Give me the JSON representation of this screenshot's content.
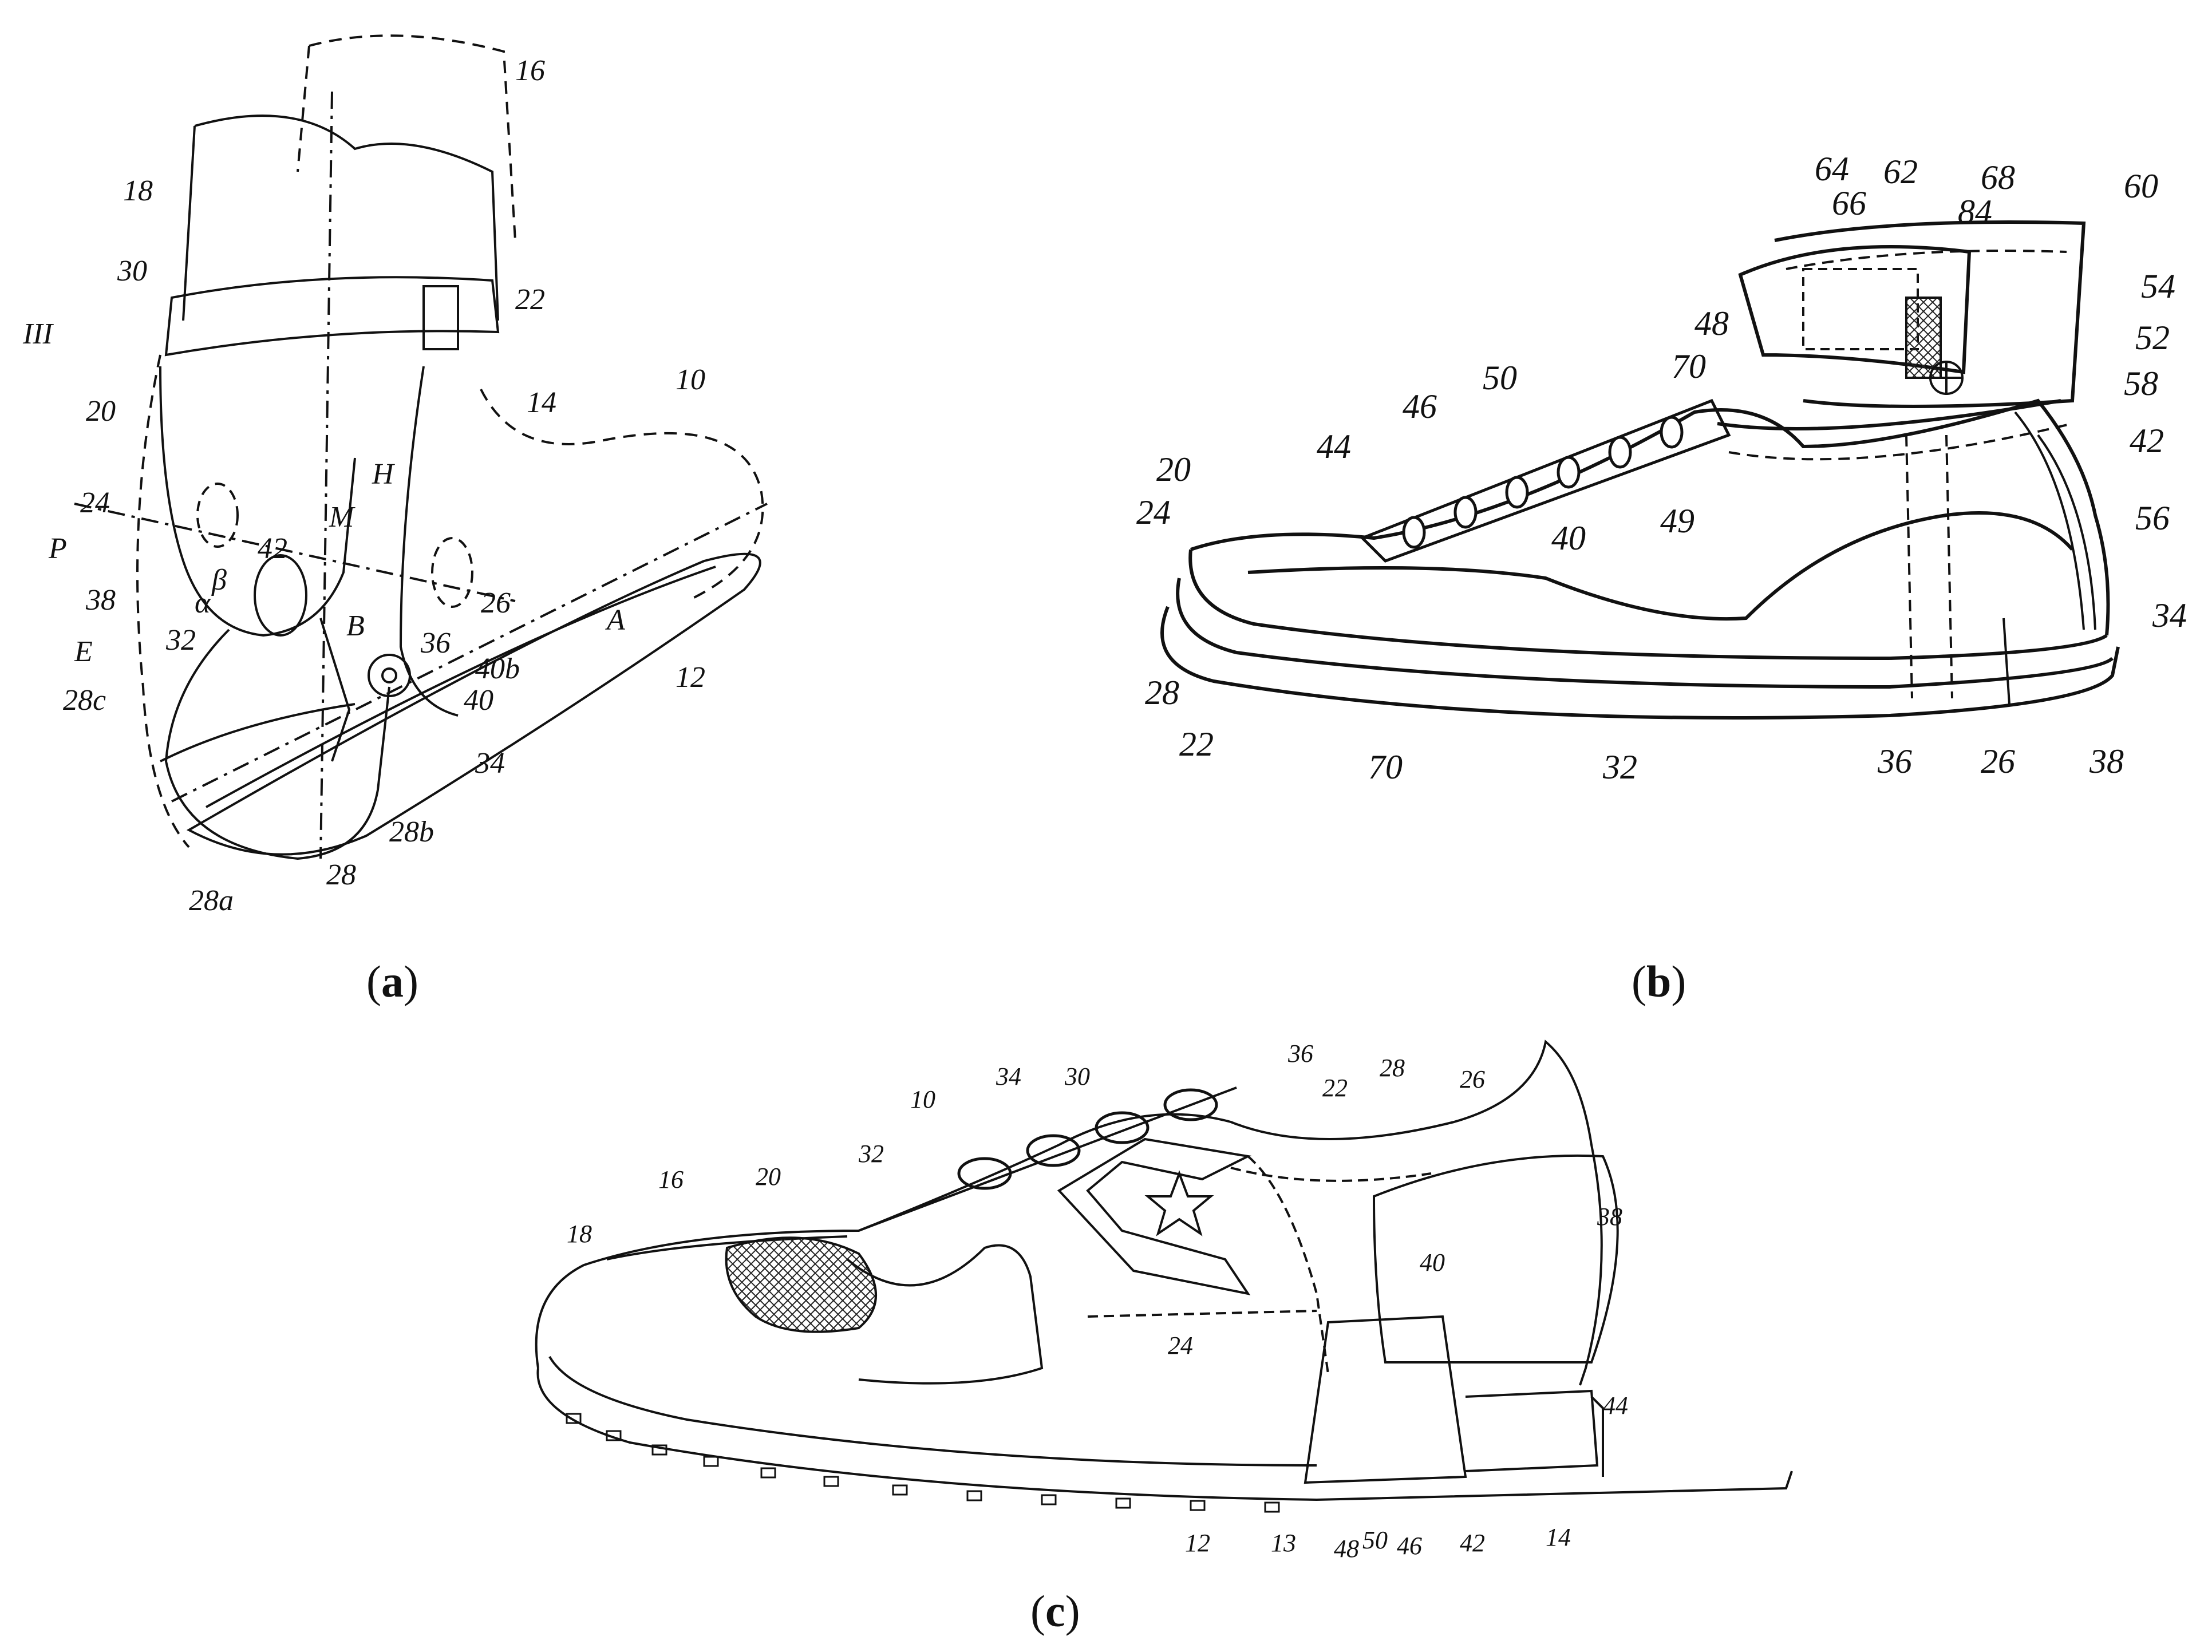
{
  "panels": [
    {
      "caption": "a",
      "labels": [
        "16",
        "18",
        "30",
        "22",
        "III",
        "10",
        "14",
        "20",
        "24",
        "H",
        "M",
        "P",
        "42",
        "26",
        "38",
        "β",
        "α",
        "A",
        "E",
        "32",
        "B",
        "36",
        "40b",
        "28c",
        "40",
        "12",
        "34",
        "28b",
        "28a",
        "28"
      ]
    },
    {
      "caption": "b",
      "labels": [
        "64",
        "66",
        "62",
        "68",
        "60",
        "84",
        "54",
        "48",
        "52",
        "70",
        "50",
        "58",
        "46",
        "44",
        "42",
        "20",
        "24",
        "49",
        "56",
        "40",
        "34",
        "28",
        "22",
        "70",
        "32",
        "36",
        "26",
        "38"
      ]
    },
    {
      "caption": "c",
      "labels": [
        "36",
        "34",
        "30",
        "10",
        "22",
        "28",
        "26",
        "32",
        "16",
        "20",
        "18",
        "38",
        "40",
        "24",
        "44",
        "12",
        "13",
        "48",
        "50",
        "46",
        "42",
        "14"
      ]
    }
  ],
  "colors": {
    "line": "#111111",
    "background": "#ffffff",
    "mesh": "#9a9a9a"
  }
}
